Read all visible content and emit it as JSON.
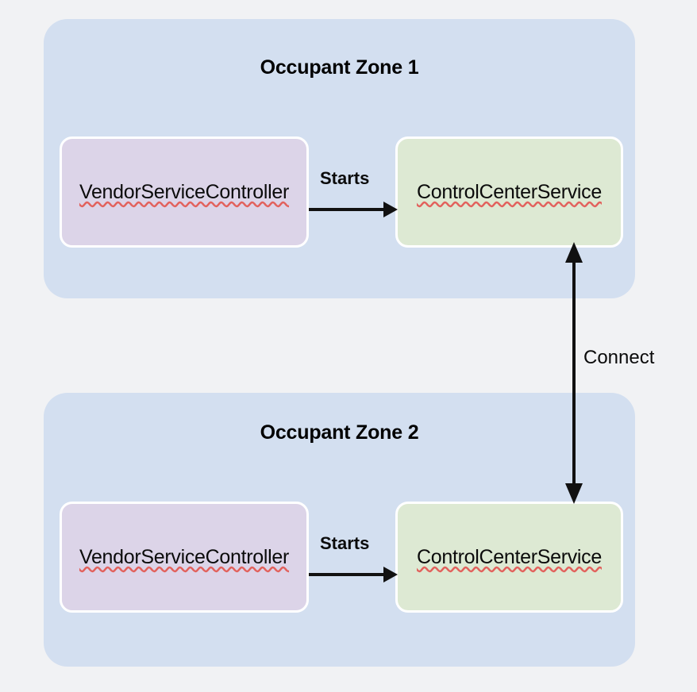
{
  "diagram": {
    "background_color": "#f1f2f4",
    "zones": [
      {
        "title": "Occupant Zone 1",
        "fill": "#d3dff0",
        "nodes": [
          {
            "label": "VendorServiceController",
            "fill": "#dcd4e8",
            "role": "controller"
          },
          {
            "label": "ControlCenterService",
            "fill": "#dde9d3",
            "role": "service"
          }
        ],
        "edge_label": "Starts"
      },
      {
        "title": "Occupant Zone 2",
        "fill": "#d3dff0",
        "nodes": [
          {
            "label": "VendorServiceController",
            "fill": "#dcd4e8",
            "role": "controller"
          },
          {
            "label": "ControlCenterService",
            "fill": "#dde9d3",
            "role": "service"
          }
        ],
        "edge_label": "Starts"
      }
    ],
    "cross_zone_edge": {
      "label": "Connect",
      "direction": "bidirectional",
      "color": "#111111"
    },
    "spellcheck_underline_color": "#e2615c"
  }
}
